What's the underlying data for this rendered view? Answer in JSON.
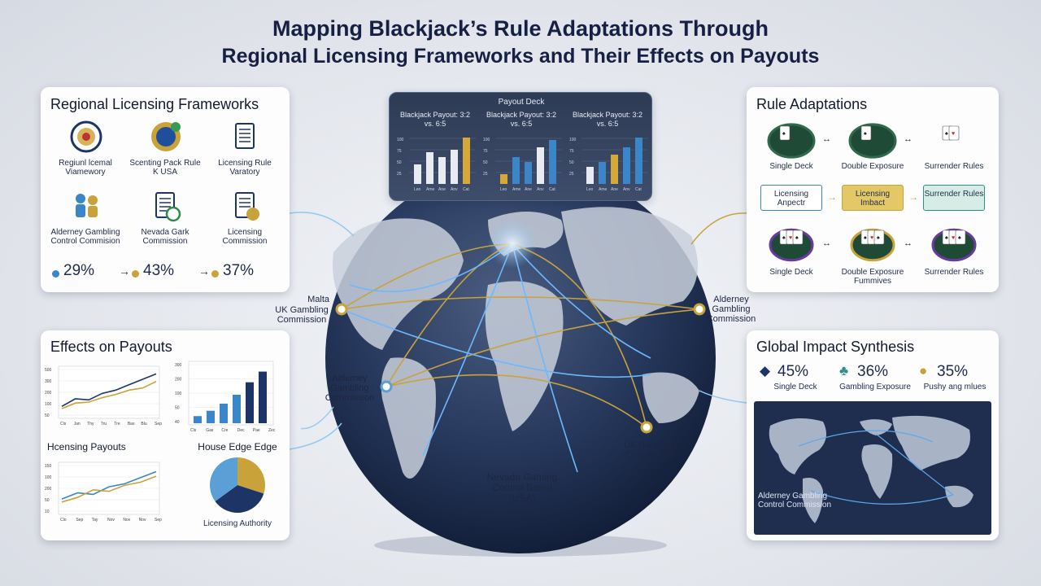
{
  "title": {
    "line1": "Mapping Blackjack’s Rule Adaptations Through",
    "line2": "Regional Licensing Frameworks and Their Effects on Payouts"
  },
  "colors": {
    "navy": "#1d3566",
    "gold": "#c9a23a",
    "blue": "#3a86c8",
    "teal": "#2c8f8a",
    "green": "#2f6a4a"
  },
  "frameworks": {
    "title": "Regional Licensing Frameworks",
    "icons": [
      {
        "caption": "Regiunl lcemal Viamewory",
        "icon": "seal-icon"
      },
      {
        "caption": "Scenting Pack Rule K USA",
        "icon": "medal-icon"
      },
      {
        "caption": "Licensing Rule Varatory",
        "icon": "document-icon"
      },
      {
        "caption": "Alderney Gambling Control Commision",
        "icon": "people-icon"
      },
      {
        "caption": "Nevada Gark Commission",
        "icon": "checklist-icon"
      },
      {
        "caption": "Licensing Commission",
        "icon": "certificate-icon"
      }
    ],
    "stats": [
      "29%",
      "43%",
      "37%"
    ]
  },
  "payout_deck": {
    "title": "Payout Deck",
    "panels": [
      {
        "title": "Blackjack Payout: 3:2 vs. 6:5",
        "values": [
          40,
          65,
          55,
          70,
          95
        ],
        "colors": [
          "#e8ecf2",
          "#e8ecf2",
          "#e8ecf2",
          "#e8ecf2",
          "#d4a93a"
        ]
      },
      {
        "title": "Blackjack Payout: 3:2 vs. 6:5",
        "values": [
          20,
          55,
          45,
          75,
          90
        ],
        "colors": [
          "#d4a93a",
          "#3a86c8",
          "#3a86c8",
          "#e8ecf2",
          "#3a86c8"
        ]
      },
      {
        "title": "Blackjack Payout: 3:2 vs. 6:5",
        "values": [
          35,
          45,
          60,
          75,
          95
        ],
        "colors": [
          "#e8ecf2",
          "#3a86c8",
          "#d4a93a",
          "#3a86c8",
          "#3a86c8"
        ]
      }
    ],
    "yticks": [
      "100",
      "75",
      "50",
      "25"
    ],
    "xticks": [
      "Leo",
      "Ame",
      "Ane",
      "Anv",
      "Cat"
    ]
  },
  "rules": {
    "title": "Rule Adaptations",
    "top_labels": [
      "Single Deck",
      "Double Exposure",
      "Surrender Rules"
    ],
    "flow": [
      "Licensing Anpectr",
      "Licensing Imbact",
      "Surrender Rules"
    ],
    "bottom_labels": [
      "Single Deck",
      "Double Exposure Fummives",
      "Surrender Rules"
    ]
  },
  "effects": {
    "title": "Effects on Payouts",
    "line1": {
      "yticks": [
        "500",
        "300",
        "200",
        "100",
        "50"
      ],
      "xticks": [
        "Cls",
        "Jan",
        "Thy",
        "Tru",
        "Tre",
        "Bas",
        "Blu",
        "Sep"
      ],
      "series": [
        {
          "name": "",
          "values": [
            80,
            150,
            140,
            200,
            230,
            280,
            330,
            380
          ]
        },
        {
          "name": "",
          "values": [
            60,
            110,
            120,
            160,
            190,
            230,
            250,
            310
          ]
        }
      ]
    },
    "bar1": {
      "yticks": [
        "300",
        "200",
        "100",
        "50",
        "40"
      ],
      "xticks": [
        "Cls",
        "Gas",
        "Cre",
        "Dec",
        "Pae",
        "Zec"
      ],
      "values": [
        40,
        70,
        110,
        160,
        230,
        290
      ]
    },
    "subtitle_left": "Hcensing Payouts",
    "subtitle_right": "House Edge Edge",
    "line2": {
      "yticks": [
        "150",
        "100",
        "200",
        "50",
        "10"
      ],
      "xticks": [
        "Clo",
        "Sep",
        "Tay",
        "Nov",
        "Nov",
        "Nov",
        "Sep"
      ],
      "series": [
        {
          "name": "",
          "values": [
            40,
            60,
            55,
            80,
            90,
            110,
            130
          ]
        },
        {
          "name": "",
          "values": [
            30,
            45,
            70,
            65,
            85,
            95,
            115
          ]
        }
      ]
    },
    "pie": {
      "values": [
        30,
        35,
        35
      ],
      "colors": [
        "#c9a23a",
        "#1d3566",
        "#5aa0d6"
      ],
      "caption": "Licensing Authority"
    }
  },
  "globe_labels": {
    "malta": "Malta",
    "uk_left": "UK Gambling Commission",
    "alderney_left": "Alderney Gambling Commission",
    "nevada": "Nevada Gaming Control Board (USA)",
    "uk_right": "UK Gambling Commission",
    "alderney_right": "Alderney Gambling Commission"
  },
  "synthesis": {
    "title": "Global Impact Synthesis",
    "stats": [
      {
        "value": "45%",
        "label": "Single Deck",
        "icon": "diamond-icon"
      },
      {
        "value": "36%",
        "label": "Gambling Exposure",
        "icon": "club-icon"
      },
      {
        "value": "35%",
        "label": "Pushy ang mlues",
        "icon": "chips-icon"
      }
    ],
    "map_label": "Alderney Gambling Control Commission"
  }
}
